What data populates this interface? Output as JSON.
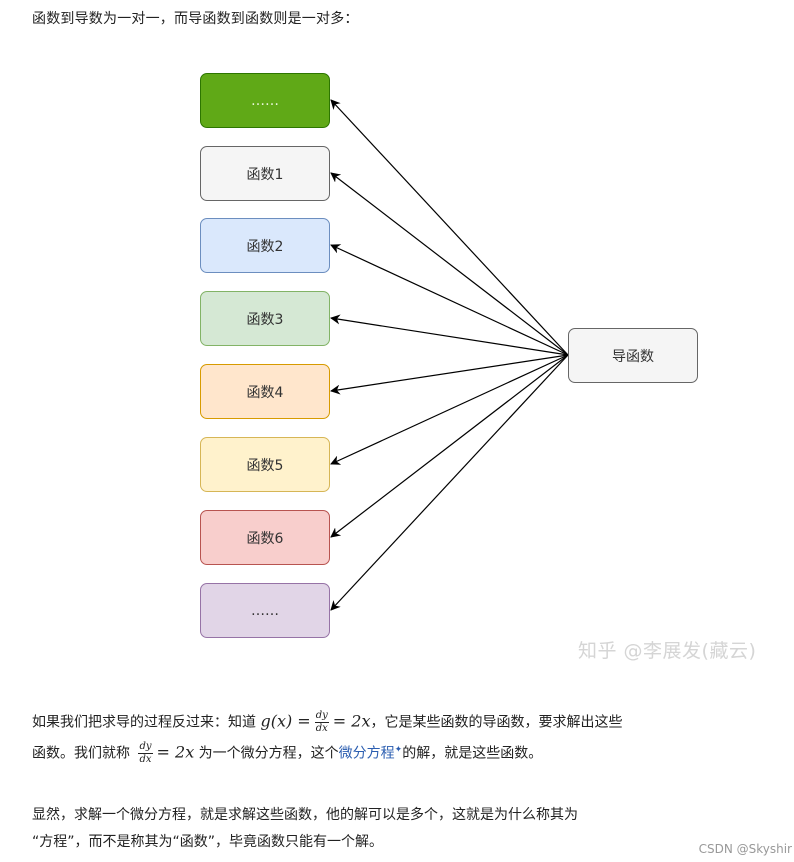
{
  "intro": "函数到导数为一对一，而导函数到函数则是一对多：",
  "diagram": {
    "left_boxes": [
      "……",
      "函数1",
      "函数2",
      "函数3",
      "函数4",
      "函数5",
      "函数6",
      "……"
    ],
    "target": "导函数"
  },
  "watermark": "知乎 @李展发(藏云)",
  "paragraph1": {
    "line1_pre": "如果我们把求导的过程反过来：知道 ",
    "g_expr": "g(x) =",
    "frac_num": "dy",
    "frac_den": "dx",
    "eq_expr": "= 2x",
    "line1_post": "，它是某些函数的导函数，要求解出这些",
    "line2_pre": "函数。我们就称 ",
    "eq2_expr": "= 2x",
    "line2_mid": " 为一个微分方程，这个",
    "link_text": "微分方程",
    "link_mark": "✦",
    "line2_post": "的解，就是这些函数。"
  },
  "paragraph2": {
    "line1": "显然，求解一个微分方程，就是求解这些函数，他的解可以是多个，这就是为什么称其为",
    "line2": "“方程”，而不是称其为“函数”，毕竟函数只能有一个解。"
  },
  "csdn_mark": "CSDN @Skyshir"
}
